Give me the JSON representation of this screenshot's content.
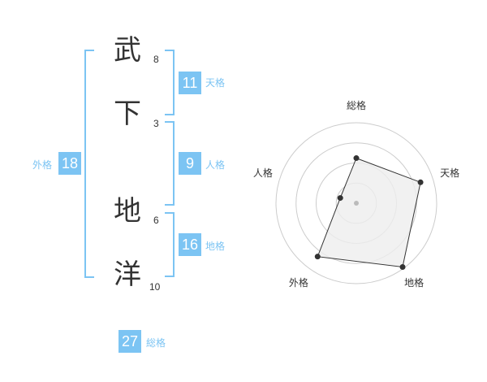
{
  "name": {
    "characters": [
      {
        "char": "武",
        "strokes": "8"
      },
      {
        "char": "下",
        "strokes": "3"
      },
      {
        "char": "地",
        "strokes": "6"
      },
      {
        "char": "洋",
        "strokes": "10"
      }
    ]
  },
  "fortunes": {
    "tenkaku": {
      "value": "11",
      "label": "天格"
    },
    "jinkaku": {
      "value": "9",
      "label": "人格"
    },
    "chikaku": {
      "value": "16",
      "label": "地格"
    },
    "gaikaku": {
      "value": "18",
      "label": "外格"
    },
    "soukaku": {
      "value": "27",
      "label": "総格"
    }
  },
  "colors": {
    "accent": "#7cc4f3",
    "text": "#333333",
    "grid": "#cccccc",
    "fill": "#eeeeee"
  },
  "chart_data": {
    "type": "radar",
    "axes": [
      "総格",
      "天格",
      "地格",
      "外格",
      "人格"
    ],
    "values": [
      0.56,
      0.84,
      0.98,
      0.82,
      0.21
    ],
    "scale": [
      0,
      1
    ],
    "rings": 4
  }
}
